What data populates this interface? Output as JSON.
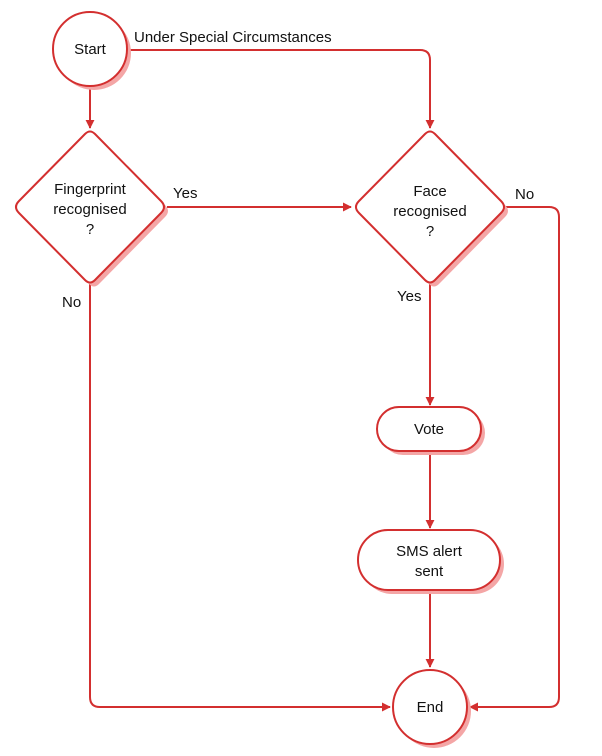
{
  "colors": {
    "stroke": "#d32f2f",
    "shadow": "#f4a6a6",
    "fill": "#ffffff",
    "text": "#111111"
  },
  "nodes": {
    "start": {
      "label": "Start"
    },
    "fingerprint": {
      "lines": [
        "Fingerprint",
        "recognised",
        "?"
      ]
    },
    "face": {
      "lines": [
        "Face",
        "recognised",
        "?"
      ]
    },
    "vote": {
      "label": "Vote"
    },
    "sms": {
      "lines": [
        "SMS alert",
        "sent"
      ]
    },
    "end": {
      "label": "End"
    }
  },
  "edges": {
    "special": "Under Special Circumstances",
    "fingerprint_yes": "Yes",
    "fingerprint_no": "No",
    "face_yes": "Yes",
    "face_no": "No"
  }
}
